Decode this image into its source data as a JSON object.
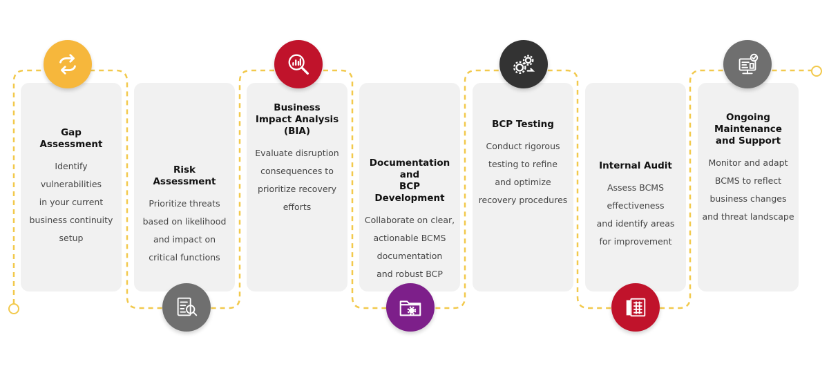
{
  "colors": {
    "line": "#f2c94c",
    "card_bg": "#f1f1f1",
    "orange": "#f6b73c",
    "red": "#c0132b",
    "dark": "#333333",
    "gray": "#6f6f6f",
    "purple": "#7d1f8a"
  },
  "steps": [
    {
      "title": "Gap\nAssessment",
      "desc": "Identify vulnerabilities\nin your current\nbusiness continuity\nsetup",
      "icon": "cycle-arrows-icon"
    },
    {
      "title": "Risk\nAssessment",
      "desc": "Prioritize threats\nbased on likelihood\nand impact on\ncritical functions",
      "icon": "document-search-icon"
    },
    {
      "title": "Business\nImpact Analysis\n(BIA)",
      "desc": "Evaluate disruption\nconsequences to\nprioritize recovery\nefforts",
      "icon": "chart-magnifier-icon"
    },
    {
      "title": "Documentation\nand\nBCP Development",
      "desc": "Collaborate on clear,\nactionable BCMS\ndocumentation\nand robust BCP",
      "icon": "folder-gear-icon"
    },
    {
      "title": "BCP Testing",
      "desc": "Conduct rigorous\ntesting to refine\nand optimize\nrecovery procedures",
      "icon": "gears-icon"
    },
    {
      "title": "Internal Audit",
      "desc": "Assess BCMS\neffectiveness\nand identify areas\nfor improvement",
      "icon": "audit-documents-icon"
    },
    {
      "title": "Ongoing\nMaintenance\nand Support",
      "desc": "Monitor and adapt\nBCMS to reflect\nbusiness changes\nand threat landscape",
      "icon": "monitor-settings-icon"
    }
  ]
}
